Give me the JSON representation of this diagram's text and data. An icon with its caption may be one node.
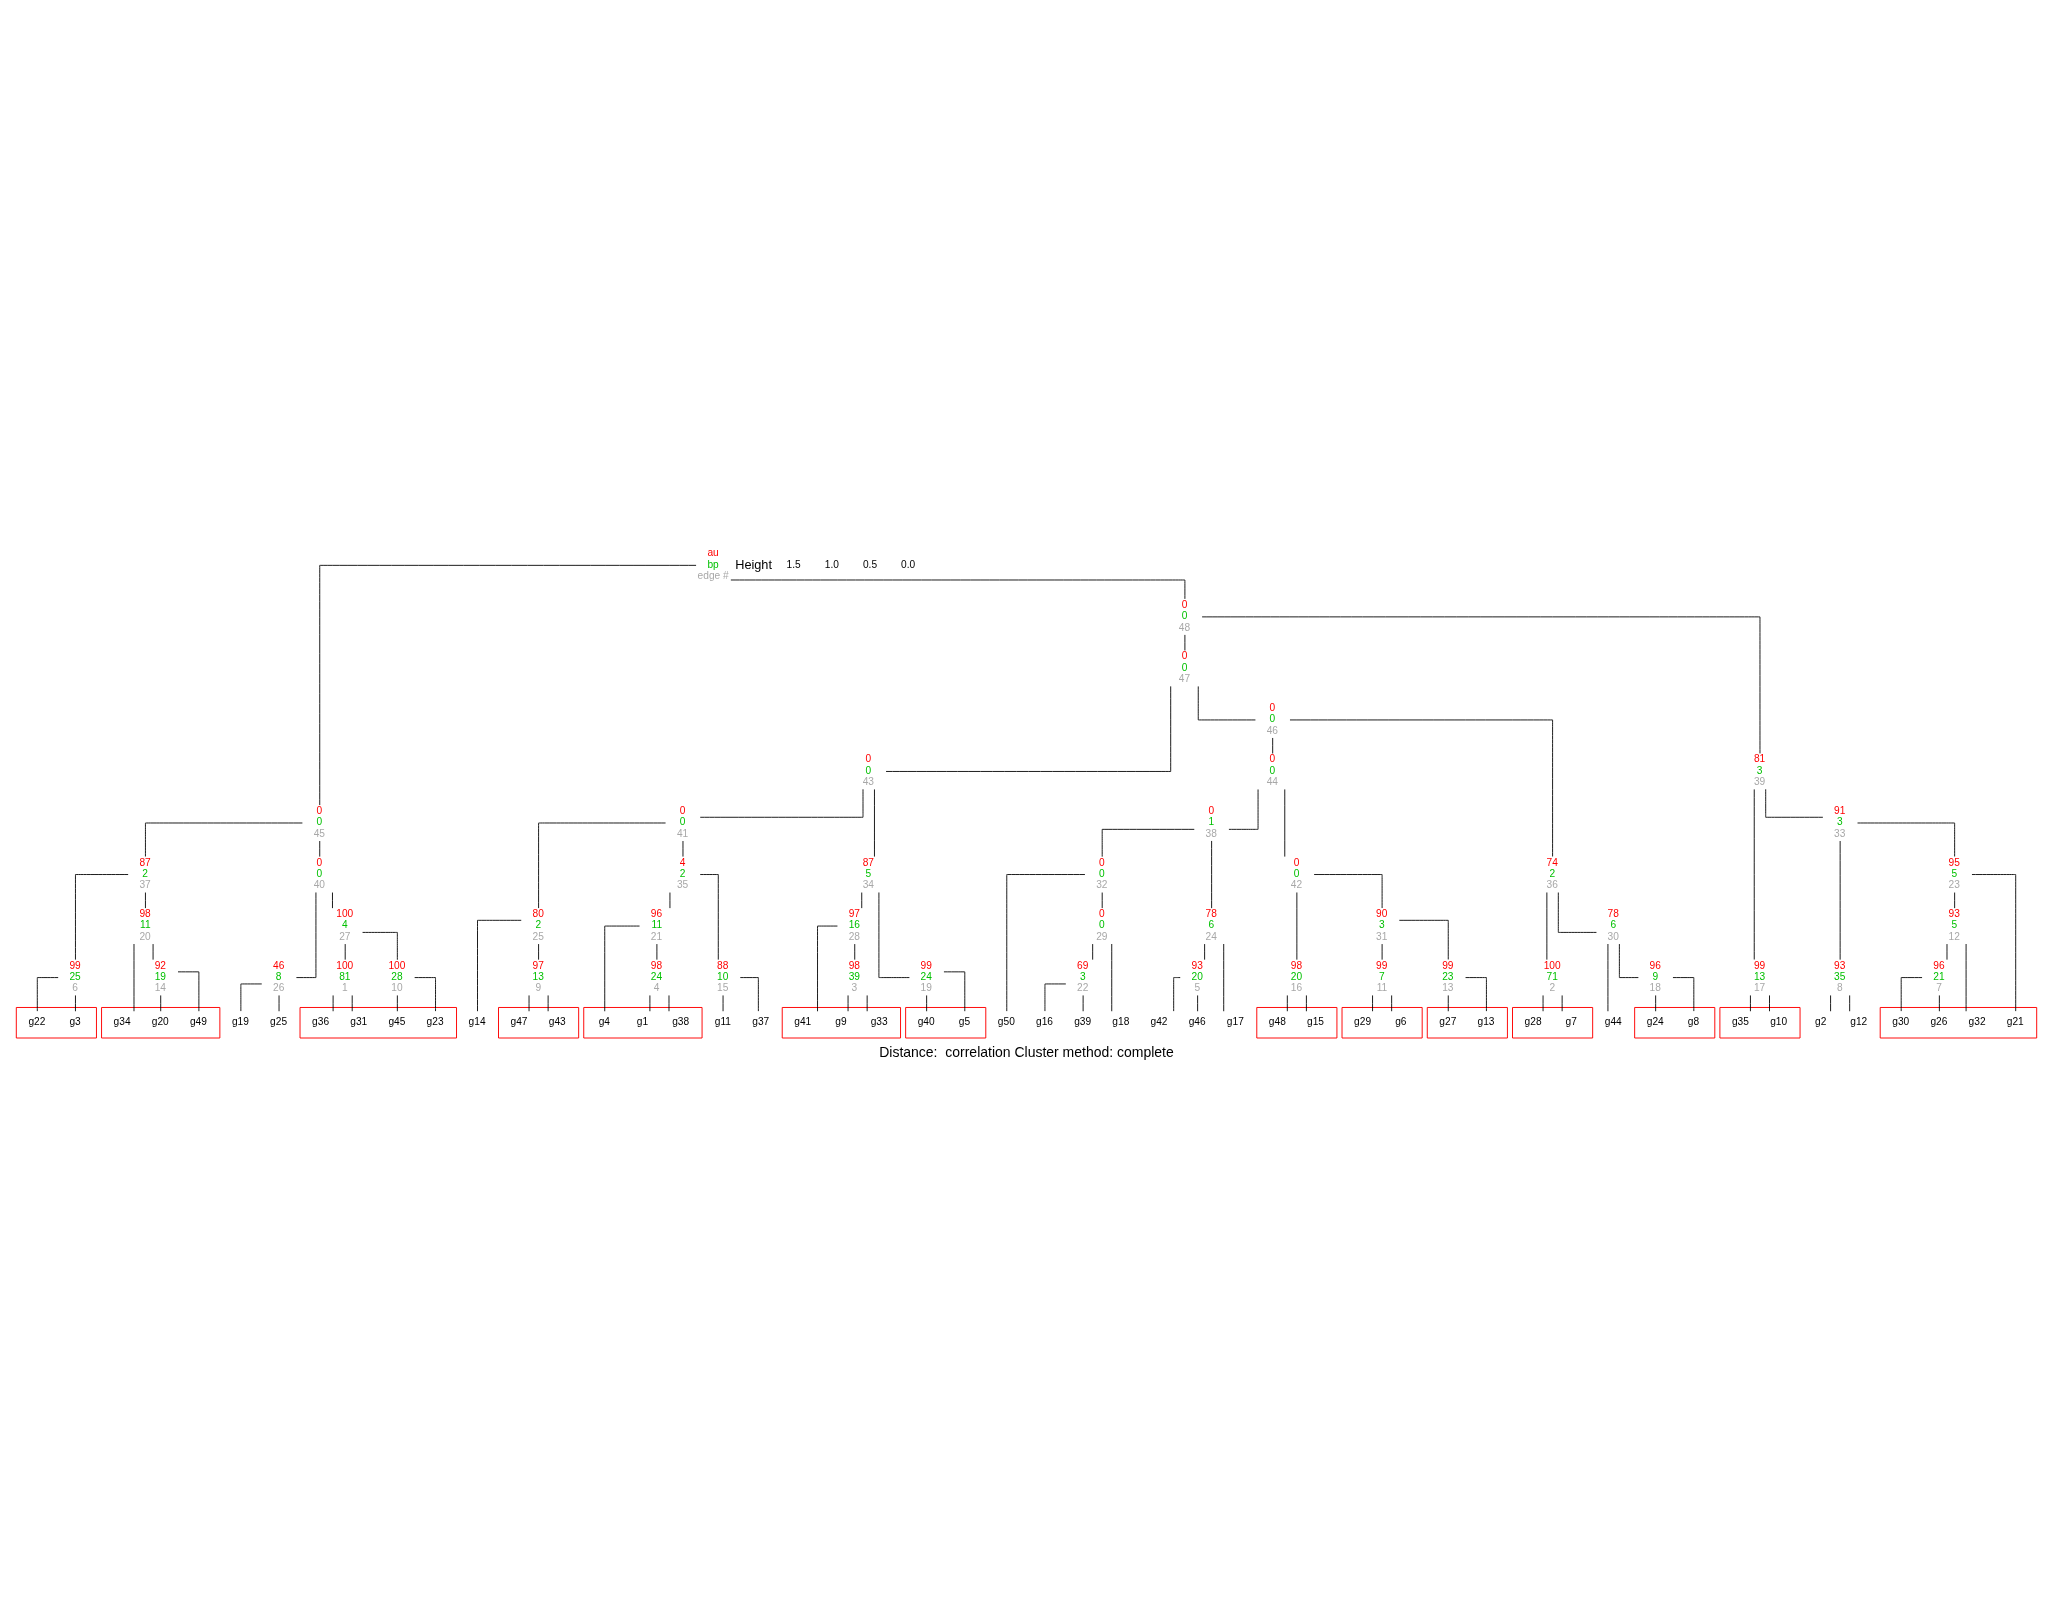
{
  "diagram": {
    "caption": "Distance:  correlation Cluster method: complete",
    "nodes": [
      {
        "text": [
          "au",
          "bp",
          "edge #"
        ]
      },
      {
        "text": [
          "0",
          "0",
          "48"
        ]
      },
      {
        "text": [
          "0",
          "0",
          "47"
        ]
      },
      {
        "text": [
          "0",
          "0",
          "46"
        ]
      },
      {
        "text": [
          "0",
          "0",
          "45"
        ]
      },
      {
        "text": [
          "0",
          "0",
          "44"
        ]
      },
      {
        "text": [
          "0",
          "0",
          "43"
        ]
      },
      {
        "text": [
          "0",
          "0",
          "42"
        ]
      },
      {
        "text": [
          "0",
          "0",
          "41"
        ]
      },
      {
        "text": [
          "0",
          "0",
          "40"
        ]
      },
      {
        "text": [
          "81",
          "3",
          "39"
        ]
      },
      {
        "text": [
          "0",
          "1",
          "38"
        ]
      },
      {
        "text": [
          "87",
          "2",
          "37"
        ]
      },
      {
        "text": [
          "74",
          "2",
          "36"
        ]
      },
      {
        "text": [
          "4",
          "2",
          "35"
        ]
      },
      {
        "text": [
          "87",
          "5",
          "34"
        ]
      },
      {
        "text": [
          "91",
          "3",
          "33"
        ]
      },
      {
        "text": [
          "0",
          "0",
          "32"
        ]
      },
      {
        "text": [
          "90",
          "3",
          "31"
        ]
      },
      {
        "text": [
          "78",
          "6",
          "30"
        ]
      },
      {
        "text": [
          "0",
          "0",
          "29"
        ]
      },
      {
        "text": [
          "97",
          "16",
          "28"
        ]
      },
      {
        "text": [
          "100",
          "4",
          "27"
        ]
      },
      {
        "text": [
          "46",
          "8",
          "26"
        ]
      },
      {
        "text": [
          "80",
          "2",
          "25"
        ]
      },
      {
        "text": [
          "78",
          "6",
          "24"
        ]
      },
      {
        "text": [
          "95",
          "5",
          "23"
        ]
      },
      {
        "text": [
          "69",
          "3",
          "22"
        ]
      },
      {
        "text": [
          "96",
          "11",
          "21"
        ]
      },
      {
        "text": [
          "98",
          "11",
          "20"
        ]
      },
      {
        "text": [
          "99",
          "24",
          "19"
        ]
      },
      {
        "text": [
          "96",
          "9",
          "18"
        ]
      },
      {
        "text": [
          "99",
          "13",
          "17"
        ]
      },
      {
        "text": [
          "98",
          "20",
          "16"
        ]
      },
      {
        "text": [
          "88",
          "10",
          "15"
        ]
      },
      {
        "text": [
          "92",
          "19",
          "14"
        ]
      },
      {
        "text": [
          "99",
          "23",
          "13"
        ]
      },
      {
        "text": [
          "93",
          "5",
          "12"
        ]
      },
      {
        "text": [
          "99",
          "7",
          "11"
        ]
      },
      {
        "text": [
          "100",
          "28",
          "10"
        ]
      },
      {
        "text": [
          "97",
          "13",
          "9"
        ]
      },
      {
        "text": [
          "93",
          "35",
          "8"
        ]
      },
      {
        "text": [
          "96",
          "21",
          "7"
        ]
      },
      {
        "text": [
          "99",
          "25",
          "6"
        ]
      },
      {
        "text": [
          "93",
          "20",
          "5"
        ]
      },
      {
        "text": [
          "98",
          "24",
          "4"
        ]
      },
      {
        "text": [
          "98",
          "39",
          "3"
        ]
      },
      {
        "text": [
          "100",
          "71",
          "2"
        ]
      },
      {
        "text": [
          "100",
          "81",
          "1"
        ]
      },
      {
        "text": [],
        "shape": "box"
      },
      {
        "text": [],
        "shape": "box"
      },
      {
        "text": [],
        "shape": "box"
      },
      {
        "text": [],
        "shape": "box"
      },
      {
        "text": [],
        "shape": "box"
      },
      {
        "text": [],
        "shape": "box"
      },
      {
        "text": [],
        "shape": "box"
      },
      {
        "text": [],
        "shape": "box"
      },
      {
        "text": [],
        "shape": "box"
      },
      {
        "text": [],
        "shape": "box"
      },
      {
        "text": [],
        "shape": "box"
      },
      {
        "text": [],
        "shape": "box"
      },
      {
        "text": [],
        "shape": "box"
      },
      {
        "text": [],
        "shape": "box"
      },
      {
        "text": [
          "g3"
        ],
        "in": 49
      },
      {
        "text": [
          "g22"
        ],
        "in": 49
      },
      {
        "text": [
          "g34"
        ],
        "in": 50
      },
      {
        "text": [
          "g20"
        ],
        "in": 50
      },
      {
        "text": [
          "g49"
        ],
        "in": 50
      },
      {
        "text": [
          "g19"
        ]
      },
      {
        "text": [
          "g25"
        ]
      },
      {
        "text": [
          "g31"
        ],
        "in": 51
      },
      {
        "text": [
          "g36"
        ],
        "in": 51
      },
      {
        "text": [
          "g23"
        ],
        "in": 51
      },
      {
        "text": [
          "g45"
        ],
        "in": 51
      },
      {
        "text": [
          "g10"
        ],
        "in": 52
      },
      {
        "text": [
          "g35"
        ],
        "in": 52
      },
      {
        "text": [
          "g2"
        ]
      },
      {
        "text": [
          "g12"
        ]
      },
      {
        "text": [
          "g21"
        ],
        "in": 53
      },
      {
        "text": [
          "g32"
        ],
        "in": 53
      },
      {
        "text": [
          "g26"
        ],
        "in": 53
      },
      {
        "text": [
          "g30"
        ],
        "in": 53
      },
      {
        "text": [
          "g5"
        ],
        "in": 54
      },
      {
        "text": [
          "g40"
        ],
        "in": 54
      },
      {
        "text": [
          "g41"
        ],
        "in": 55
      },
      {
        "text": [
          "g9"
        ],
        "in": 55
      },
      {
        "text": [
          "g33"
        ],
        "in": 55
      },
      {
        "text": [
          "g14"
        ]
      },
      {
        "text": [
          "g43"
        ],
        "in": 56
      },
      {
        "text": [
          "g47"
        ],
        "in": 56
      },
      {
        "text": [
          "g11"
        ]
      },
      {
        "text": [
          "g37"
        ]
      },
      {
        "text": [
          "g4"
        ],
        "in": 57
      },
      {
        "text": [
          "g1"
        ],
        "in": 57
      },
      {
        "text": [
          "g38"
        ],
        "in": 57
      },
      {
        "text": [
          "g7"
        ],
        "in": 58
      },
      {
        "text": [
          "g28"
        ],
        "in": 58
      },
      {
        "text": [
          "g44"
        ]
      },
      {
        "text": [
          "g8"
        ],
        "in": 59
      },
      {
        "text": [
          "g24"
        ],
        "in": 59
      },
      {
        "text": [
          "g17"
        ]
      },
      {
        "text": [
          "g42"
        ]
      },
      {
        "text": [
          "g46"
        ]
      },
      {
        "text": [
          "g50"
        ]
      },
      {
        "text": [
          "g18"
        ]
      },
      {
        "text": [
          "g16"
        ]
      },
      {
        "text": [
          "g39"
        ]
      },
      {
        "text": [
          "g15"
        ],
        "in": 60
      },
      {
        "text": [
          "g48"
        ],
        "in": 60
      },
      {
        "text": [
          "g6"
        ],
        "in": 61
      },
      {
        "text": [
          "g29"
        ],
        "in": 61
      },
      {
        "text": [
          "g13"
        ],
        "in": 62
      },
      {
        "text": [
          "g27"
        ],
        "in": 62
      }
    ],
    "edges": [
      {
        "from": 0,
        "to": 4,
        "arrow": "none"
      },
      {
        "from": 0,
        "to": 1,
        "arrow": "none"
      },
      {
        "from": 1,
        "to": 10,
        "arrow": "none"
      },
      {
        "from": 1,
        "to": 2,
        "arrow": "none"
      },
      {
        "from": 2,
        "to": 6,
        "arrow": "none"
      },
      {
        "from": 2,
        "to": 3,
        "arrow": "none"
      },
      {
        "from": 3,
        "to": 13,
        "arrow": "none"
      },
      {
        "from": 3,
        "to": 5,
        "arrow": "none"
      },
      {
        "from": 4,
        "to": 12,
        "arrow": "none"
      },
      {
        "from": 4,
        "to": 9,
        "arrow": "none"
      },
      {
        "from": 5,
        "to": 11,
        "arrow": "none"
      },
      {
        "from": 5,
        "to": 7,
        "arrow": "none"
      },
      {
        "from": 6,
        "to": 15,
        "arrow": "none"
      },
      {
        "from": 6,
        "to": 8,
        "arrow": "none"
      },
      {
        "from": 7,
        "to": 33,
        "arrow": "none"
      },
      {
        "from": 7,
        "to": 18,
        "arrow": "none"
      },
      {
        "from": 8,
        "to": 24,
        "arrow": "none"
      },
      {
        "from": 8,
        "to": 14,
        "arrow": "none"
      },
      {
        "from": 9,
        "to": 23,
        "arrow": "none"
      },
      {
        "from": 9,
        "to": 22,
        "arrow": "none"
      },
      {
        "from": 10,
        "to": 32,
        "arrow": "none"
      },
      {
        "from": 10,
        "to": 16,
        "arrow": "none"
      },
      {
        "from": 11,
        "to": 25,
        "arrow": "none"
      },
      {
        "from": 11,
        "to": 17,
        "arrow": "none"
      },
      {
        "from": 12,
        "to": 43,
        "arrow": "none"
      },
      {
        "from": 12,
        "to": 29,
        "arrow": "none"
      },
      {
        "from": 13,
        "to": 47,
        "arrow": "none"
      },
      {
        "from": 13,
        "to": 19,
        "arrow": "none"
      },
      {
        "from": 14,
        "to": 34,
        "arrow": "none"
      },
      {
        "from": 14,
        "to": 28,
        "arrow": "none"
      },
      {
        "from": 15,
        "to": 30,
        "arrow": "none"
      },
      {
        "from": 15,
        "to": 21,
        "arrow": "none"
      },
      {
        "from": 16,
        "to": 41,
        "arrow": "none"
      },
      {
        "from": 16,
        "to": 26,
        "arrow": "none"
      },
      {
        "from": 17,
        "to": 103,
        "arrow": "none"
      },
      {
        "from": 17,
        "to": 20,
        "arrow": "none"
      },
      {
        "from": 18,
        "to": 38,
        "arrow": "none"
      },
      {
        "from": 18,
        "to": 36,
        "arrow": "none"
      },
      {
        "from": 19,
        "to": 97,
        "arrow": "none"
      },
      {
        "from": 19,
        "to": 31,
        "arrow": "none"
      },
      {
        "from": 20,
        "to": 104,
        "arrow": "none"
      },
      {
        "from": 20,
        "to": 27,
        "arrow": "none"
      },
      {
        "from": 21,
        "to": 84,
        "arrow": "none"
      },
      {
        "from": 21,
        "to": 46,
        "arrow": "none"
      },
      {
        "from": 22,
        "to": 48,
        "arrow": "none"
      },
      {
        "from": 22,
        "to": 39,
        "arrow": "none"
      },
      {
        "from": 23,
        "to": 68,
        "arrow": "none"
      },
      {
        "from": 23,
        "to": 69,
        "arrow": "none"
      },
      {
        "from": 24,
        "to": 87,
        "arrow": "none"
      },
      {
        "from": 24,
        "to": 40,
        "arrow": "none"
      },
      {
        "from": 25,
        "to": 100,
        "arrow": "none"
      },
      {
        "from": 25,
        "to": 44,
        "arrow": "none"
      },
      {
        "from": 26,
        "to": 78,
        "arrow": "none"
      },
      {
        "from": 26,
        "to": 37,
        "arrow": "none"
      },
      {
        "from": 27,
        "to": 105,
        "arrow": "none"
      },
      {
        "from": 27,
        "to": 106,
        "arrow": "none"
      },
      {
        "from": 28,
        "to": 92,
        "arrow": "none"
      },
      {
        "from": 28,
        "to": 45,
        "arrow": "none"
      },
      {
        "from": 29,
        "to": 65,
        "arrow": "none"
      },
      {
        "from": 29,
        "to": 35,
        "arrow": "none"
      },
      {
        "from": 30,
        "to": 82,
        "arrow": "none"
      },
      {
        "from": 30,
        "to": 83,
        "arrow": "none"
      },
      {
        "from": 31,
        "to": 98,
        "arrow": "none"
      },
      {
        "from": 31,
        "to": 99,
        "arrow": "none"
      },
      {
        "from": 32,
        "to": 74,
        "arrow": "none"
      },
      {
        "from": 32,
        "to": 75,
        "arrow": "none"
      },
      {
        "from": 33,
        "to": 107,
        "arrow": "none"
      },
      {
        "from": 33,
        "to": 108,
        "arrow": "none"
      },
      {
        "from": 34,
        "to": 90,
        "arrow": "none"
      },
      {
        "from": 34,
        "to": 91,
        "arrow": "none"
      },
      {
        "from": 35,
        "to": 66,
        "arrow": "none"
      },
      {
        "from": 35,
        "to": 67,
        "arrow": "none"
      },
      {
        "from": 36,
        "to": 111,
        "arrow": "none"
      },
      {
        "from": 36,
        "to": 112,
        "arrow": "none"
      },
      {
        "from": 37,
        "to": 79,
        "arrow": "none"
      },
      {
        "from": 37,
        "to": 42,
        "arrow": "none"
      },
      {
        "from": 38,
        "to": 109,
        "arrow": "none"
      },
      {
        "from": 38,
        "to": 110,
        "arrow": "none"
      },
      {
        "from": 39,
        "to": 72,
        "arrow": "none"
      },
      {
        "from": 39,
        "to": 73,
        "arrow": "none"
      },
      {
        "from": 40,
        "to": 88,
        "arrow": "none"
      },
      {
        "from": 40,
        "to": 89,
        "arrow": "none"
      },
      {
        "from": 41,
        "to": 76,
        "arrow": "none"
      },
      {
        "from": 41,
        "to": 77,
        "arrow": "none"
      },
      {
        "from": 42,
        "to": 80,
        "arrow": "none"
      },
      {
        "from": 42,
        "to": 81,
        "arrow": "none"
      },
      {
        "from": 43,
        "to": 63,
        "arrow": "none"
      },
      {
        "from": 43,
        "to": 64,
        "arrow": "none"
      },
      {
        "from": 44,
        "to": 101,
        "arrow": "none"
      },
      {
        "from": 44,
        "to": 102,
        "arrow": "none"
      },
      {
        "from": 45,
        "to": 93,
        "arrow": "none"
      },
      {
        "from": 45,
        "to": 94,
        "arrow": "none"
      },
      {
        "from": 46,
        "to": 85,
        "arrow": "none"
      },
      {
        "from": 46,
        "to": 86,
        "arrow": "none"
      },
      {
        "from": 47,
        "to": 95,
        "arrow": "none"
      },
      {
        "from": 47,
        "to": 96,
        "arrow": "none"
      },
      {
        "from": 48,
        "to": 70,
        "arrow": "none"
      },
      {
        "from": 48,
        "to": 71,
        "arrow": "none"
      }
    ],
    "labels": [
      "Height",
      "1.5",
      "1.0",
      "0.5",
      "0.0"
    ]
  }
}
